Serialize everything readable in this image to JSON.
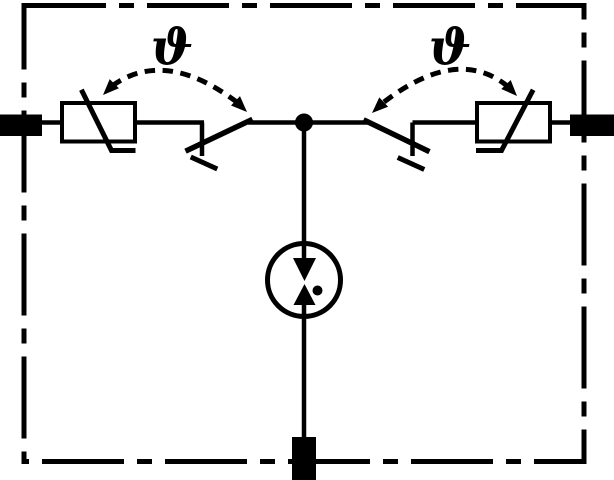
{
  "diagram": {
    "kind": "circuit-schematic",
    "colors": {
      "ink": "#000000",
      "background": "#ffffff"
    },
    "labels": {
      "thermal_left": "ϑ",
      "thermal_right": "ϑ"
    },
    "components": {
      "enclosure": "dash-dot-device-boundary",
      "terminal_left": "terminal-pad",
      "terminal_right": "terminal-pad",
      "terminal_bottom": "terminal-pad",
      "varistor_left": "varistor",
      "varistor_right": "varistor",
      "disconnector_left": "thermal-disconnect-switch",
      "disconnector_right": "thermal-disconnect-switch",
      "center_element": "gas-discharge-tube",
      "junction": "node-dot"
    }
  }
}
